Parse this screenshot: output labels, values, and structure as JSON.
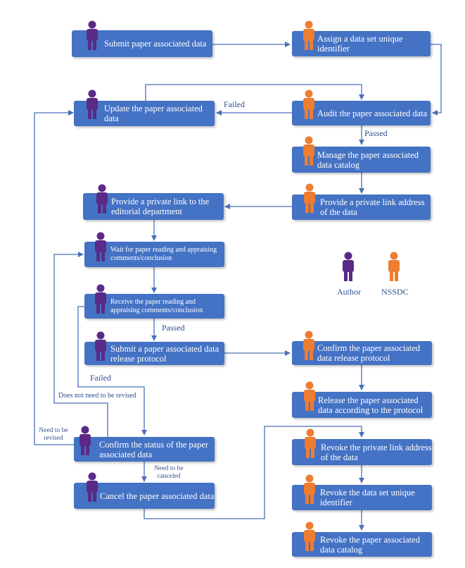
{
  "steps": {
    "submit": "Submit paper associated data",
    "assign": "Assign a data set unique identifier",
    "update": "Update the paper associated data",
    "audit": "Audit the paper associated data",
    "manage": "Manage the paper associated data catalog",
    "provide_link": "Provide a private link address of the data",
    "provide_editorial": "Provide a private link to the editorial department",
    "wait": "Wait for paper reading and appraising comments/conclusion",
    "receive": "Receive the paper reading and appraising comments/conclusion",
    "submit_protocol": "Submit a paper associated data release protocol",
    "confirm_protocol": "Confirm the paper associated data release protocol",
    "release": "Release the paper associated data according to the protocol",
    "confirm_status": "Confirm the status of the paper associated data",
    "cancel": "Cancel the paper associated data",
    "revoke_link": "Revoke the private link address of the data",
    "revoke_id": "Revoke the data set unique identifier",
    "revoke_catalog": "Revoke the paper associated data catalog"
  },
  "labels": {
    "failed_audit": "Failed",
    "passed_audit": "Passed",
    "passed_review": "Passed",
    "failed_review": "Failed",
    "no_revise": "Does not need to be revised",
    "need_revise": "Need to be revised",
    "need_cancel": "Need to be canceled"
  },
  "legend": {
    "author": "Author",
    "nssdc": "NSSDC"
  },
  "colors": {
    "box": "#4472c4",
    "author": "#5b2a86",
    "nssdc": "#ed7d31",
    "line": "#4a70b8"
  }
}
